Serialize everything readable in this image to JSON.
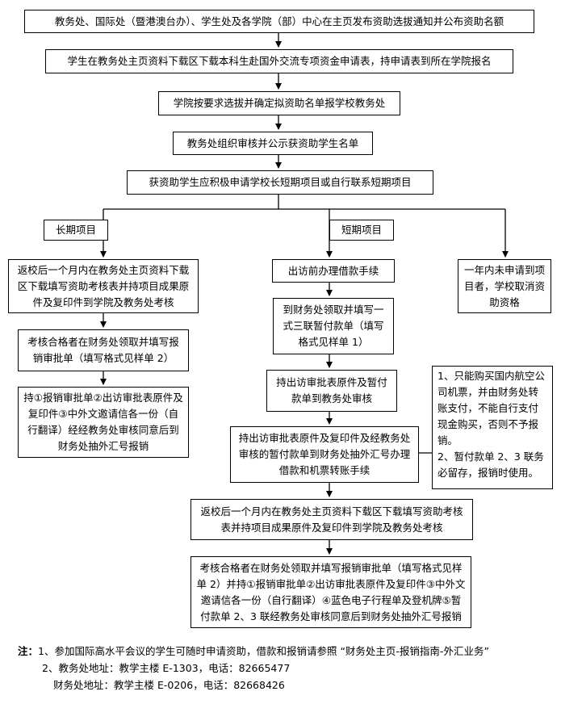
{
  "flow": {
    "step1": "教务处、国际处（暨港澳台办）、学生处及各学院（部）中心在主页发布资助选拔通知并公布资助名额",
    "step2": "学生在教务处主页资料下载区下载本科生赴国外交流专项资金申请表，持申请表到所在学院报名",
    "step3": "学院按要求选拔并确定拟资助名单报学校教务处",
    "step4": "教务处组织审核并公示获资助学生名单",
    "step5": "获资助学生应积极申请学校长短期项目或自行联系短期项目",
    "long_label": "长期项目",
    "short_label": "短期项目",
    "long1": "返校后一个月内在教务处主页资料下载区下载填写资助考核表并持项目成果原件及复印件到学院及教务处考核",
    "long2": "考核合格者在财务处领取并填写报销审批单（填写格式见样单 2）",
    "long3": "持①报销审批单②出访审批表原件及复印件③中外文邀请信各一份（自行翻译）经经教务处审核同意后到财务处抽外汇号报销",
    "short1": "出访前办理借款手续",
    "short2": "到财务处领取并填写一式三联暂付款单（填写格式见样单 1）",
    "short3": "持出访审批表原件及暂付款单到教务处审核",
    "short4": "持出访审批表原件及复印件及经教务处审核的暂付款单到财务处抽外汇号办理借款和机票转账手续",
    "short5": "返校后一个月内在教务处主页资料下载区下载填写资助考核表并持项目成果原件及复印件到学院及教务处考核",
    "short6": "考核合格者在财务处领取并填写报销审批单（填写格式见样单 2）并持①报销审批单②出访审批表原件及复印件③中外文邀请信各一份（自行翻译）④蓝色电子行程单及登机牌⑤暂付款单 2、3 联经教务处审核同意后到财务处抽外汇号报销",
    "unapplied": "一年内未申请到项目者，学校取消资助资格",
    "side_note1": "1、只能购买国内航空公司机票，并由财务处转账支付，不能自行支付现金购买，否则不予报销。",
    "side_note2": "2、暂付款单 2、3 联务必留存，报销时使用。"
  },
  "notes": {
    "prefix": "注：",
    "n1": "1、参加国际高水平会议的学生可随时申请资助，借款和报销请参照 “财务处主页-报销指南-外汇业务”",
    "n2": "2、教务处地址：教学主楼 E-1303，电话：82665477",
    "n3": "财务处地址：教学主楼 E-0206，电话：82668426"
  }
}
